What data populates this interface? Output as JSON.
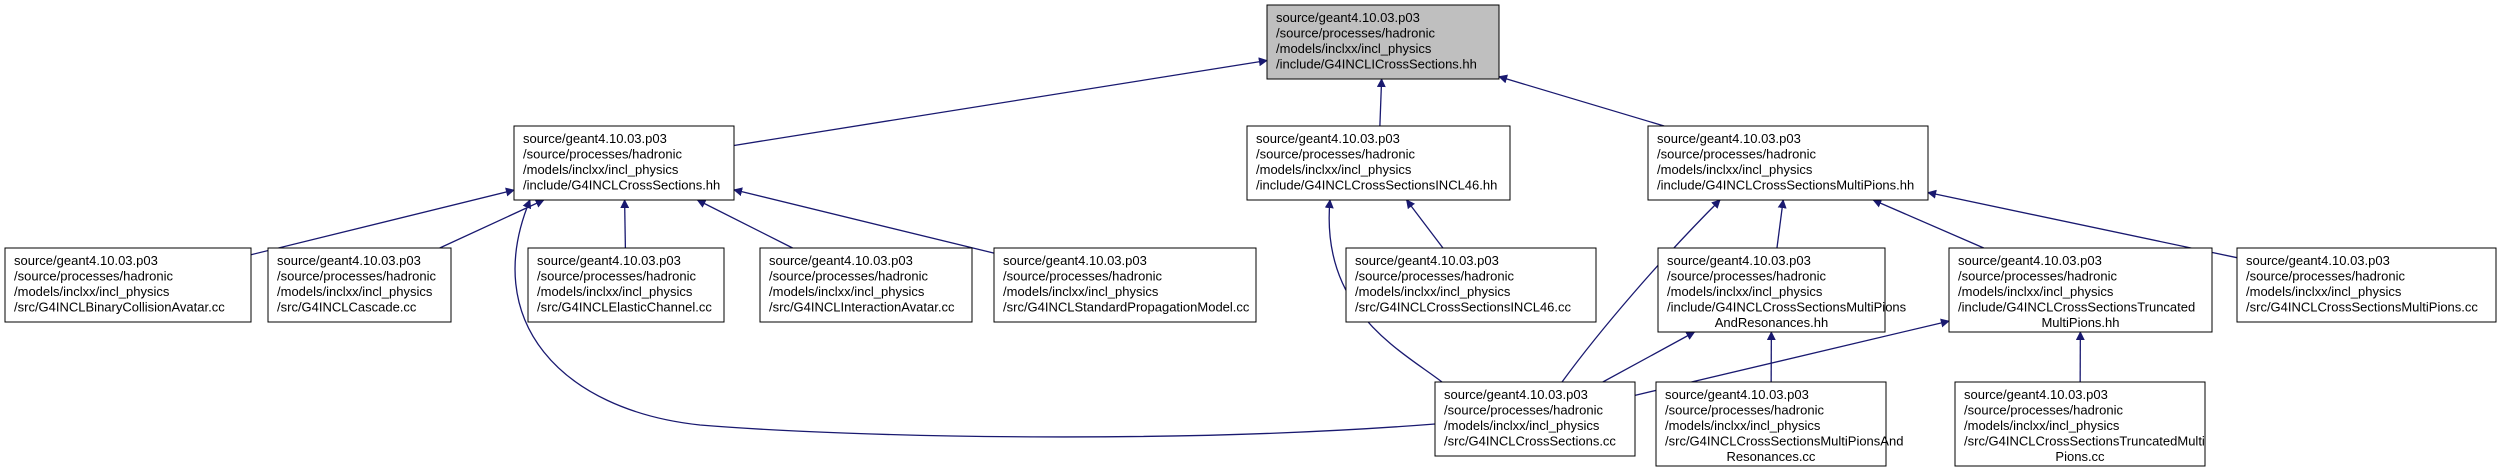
{
  "colors": {
    "edge": "#191970",
    "root_fill": "#bfbfbf",
    "node_fill": "#ffffff",
    "border": "#000000"
  },
  "nodes": [
    {
      "id": "root",
      "root": true,
      "lines": [
        "source/geant4.10.03.p03",
        "/source/processes/hadronic",
        "/models/inclxx/incl_physics",
        "/include/G4INCLICrossSections.hh"
      ]
    },
    {
      "id": "xs",
      "lines": [
        "source/geant4.10.03.p03",
        "/source/processes/hadronic",
        "/models/inclxx/incl_physics",
        "/include/G4INCLCrossSections.hh"
      ]
    },
    {
      "id": "xs46",
      "lines": [
        "source/geant4.10.03.p03",
        "/source/processes/hadronic",
        "/models/inclxx/incl_physics",
        "/include/G4INCLCrossSectionsINCL46.hh"
      ]
    },
    {
      "id": "xsmp",
      "lines": [
        "source/geant4.10.03.p03",
        "/source/processes/hadronic",
        "/models/inclxx/incl_physics",
        "/include/G4INCLCrossSectionsMultiPions.hh"
      ]
    },
    {
      "id": "bca",
      "lines": [
        "source/geant4.10.03.p03",
        "/source/processes/hadronic",
        "/models/inclxx/incl_physics",
        "/src/G4INCLBinaryCollisionAvatar.cc"
      ]
    },
    {
      "id": "cascade",
      "lines": [
        "source/geant4.10.03.p03",
        "/source/processes/hadronic",
        "/models/inclxx/incl_physics",
        "/src/G4INCLCascade.cc"
      ]
    },
    {
      "id": "elastic",
      "lines": [
        "source/geant4.10.03.p03",
        "/source/processes/hadronic",
        "/models/inclxx/incl_physics",
        "/src/G4INCLElasticChannel.cc"
      ]
    },
    {
      "id": "interaction",
      "lines": [
        "source/geant4.10.03.p03",
        "/source/processes/hadronic",
        "/models/inclxx/incl_physics",
        "/src/G4INCLInteractionAvatar.cc"
      ]
    },
    {
      "id": "standard",
      "lines": [
        "source/geant4.10.03.p03",
        "/source/processes/hadronic",
        "/models/inclxx/incl_physics",
        "/src/G4INCLStandardPropagationModel.cc"
      ]
    },
    {
      "id": "xs46cc",
      "lines": [
        "source/geant4.10.03.p03",
        "/source/processes/hadronic",
        "/models/inclxx/incl_physics",
        "/src/G4INCLCrossSectionsINCL46.cc"
      ]
    },
    {
      "id": "mpres",
      "lines": [
        "source/geant4.10.03.p03",
        "/source/processes/hadronic",
        "/models/inclxx/incl_physics",
        "/include/G4INCLCrossSectionsMultiPions",
        "AndResonances.hh"
      ]
    },
    {
      "id": "mptrunc",
      "lines": [
        "source/geant4.10.03.p03",
        "/source/processes/hadronic",
        "/models/inclxx/incl_physics",
        "/include/G4INCLCrossSectionsTruncated",
        "MultiPions.hh"
      ]
    },
    {
      "id": "mpcc",
      "lines": [
        "source/geant4.10.03.p03",
        "/source/processes/hadronic",
        "/models/inclxx/incl_physics",
        "/src/G4INCLCrossSectionsMultiPions.cc"
      ]
    },
    {
      "id": "xscc",
      "lines": [
        "source/geant4.10.03.p03",
        "/source/processes/hadronic",
        "/models/inclxx/incl_physics",
        "/src/G4INCLCrossSections.cc"
      ]
    },
    {
      "id": "mprescc",
      "lines": [
        "source/geant4.10.03.p03",
        "/source/processes/hadronic",
        "/models/inclxx/incl_physics",
        "/src/G4INCLCrossSectionsMultiPionsAnd",
        "Resonances.cc"
      ]
    },
    {
      "id": "mptrunccc",
      "lines": [
        "source/geant4.10.03.p03",
        "/source/processes/hadronic",
        "/models/inclxx/incl_physics",
        "/src/G4INCLCrossSectionsTruncatedMulti",
        "Pions.cc"
      ]
    }
  ],
  "edges": [
    {
      "from": "xs",
      "to": "root"
    },
    {
      "from": "xs46",
      "to": "root"
    },
    {
      "from": "xsmp",
      "to": "root"
    },
    {
      "from": "bca",
      "to": "xs"
    },
    {
      "from": "cascade",
      "to": "xs"
    },
    {
      "from": "elastic",
      "to": "xs"
    },
    {
      "from": "interaction",
      "to": "xs"
    },
    {
      "from": "standard",
      "to": "xs"
    },
    {
      "from": "xscc",
      "to": "xs"
    },
    {
      "from": "xs46cc",
      "to": "xs46"
    },
    {
      "from": "xscc",
      "to": "xs46"
    },
    {
      "from": "xscc",
      "to": "xsmp"
    },
    {
      "from": "mpres",
      "to": "xsmp"
    },
    {
      "from": "mptrunc",
      "to": "xsmp"
    },
    {
      "from": "mpcc",
      "to": "xsmp"
    },
    {
      "from": "xscc",
      "to": "mpres"
    },
    {
      "from": "mprescc",
      "to": "mpres"
    },
    {
      "from": "xscc",
      "to": "mptrunc"
    },
    {
      "from": "mptrunccc",
      "to": "mptrunc"
    }
  ]
}
